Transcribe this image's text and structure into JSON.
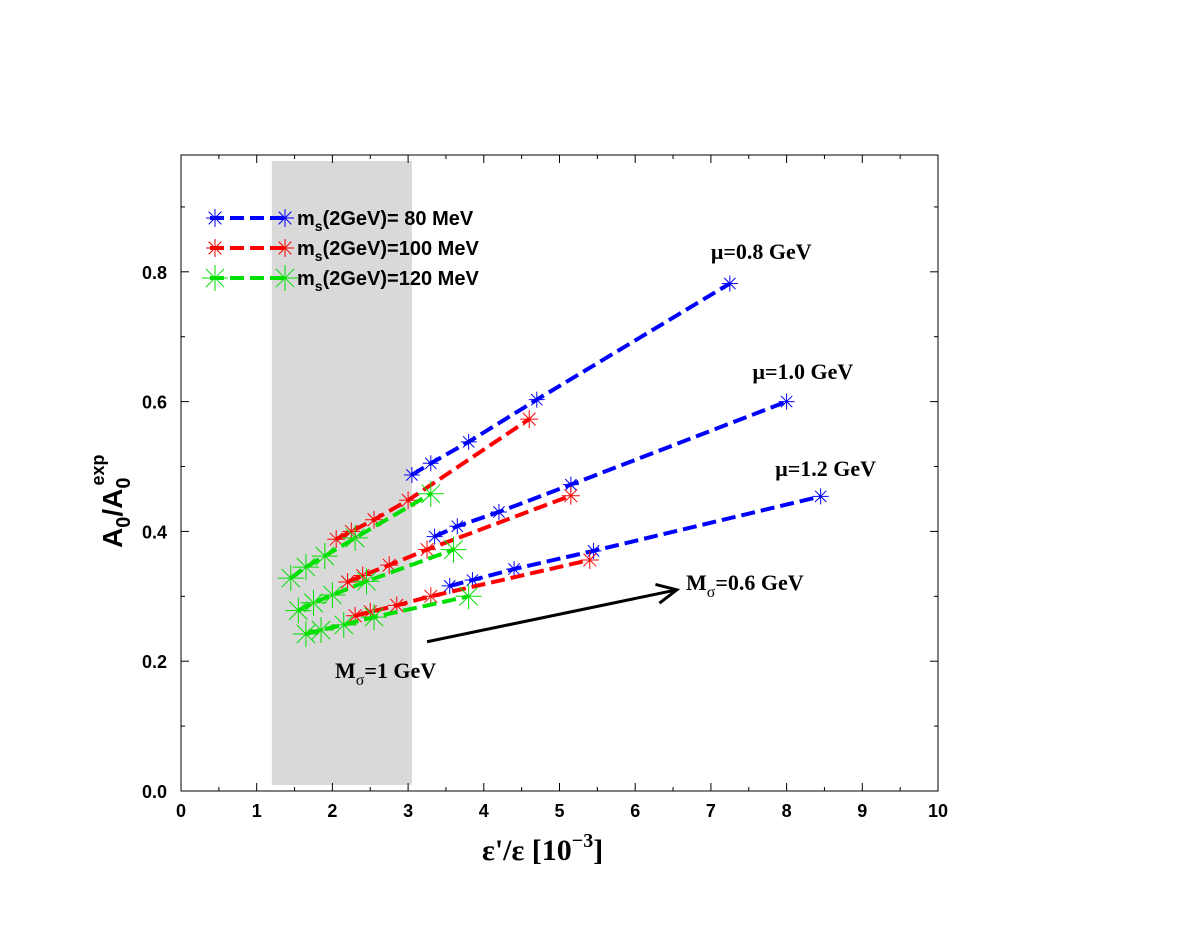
{
  "chart_data": {
    "type": "line",
    "xlabel": "ε'/ε [10",
    "xlabel_sup": "−3",
    "xlabel_close": "]",
    "ylabel_main": "A",
    "ylabel_sub": "0",
    "ylabel_slash": "/A",
    "ylabel_sub2": "0",
    "ylabel_sup": "exp",
    "xlim": [
      0,
      10
    ],
    "ylim": [
      0.0,
      0.98
    ],
    "x_ticks": [
      "0",
      "1",
      "2",
      "3",
      "4",
      "5",
      "6",
      "7",
      "8",
      "9",
      "10"
    ],
    "y_ticks": [
      "0.0",
      "0.2",
      "0.4",
      "0.6",
      "0.8"
    ],
    "shaded_band": {
      "x": [
        1.2,
        3.05
      ]
    },
    "legend": [
      {
        "prefix": "m",
        "sub": "s",
        "suffix": "(2GeV)= 80 MeV",
        "color": "#0000ff"
      },
      {
        "prefix": "m",
        "sub": "s",
        "suffix": "(2GeV)=100 MeV",
        "color": "#ff0000"
      },
      {
        "prefix": "m",
        "sub": "s",
        "suffix": "(2GeV)=120 MeV",
        "color": "#00e000"
      }
    ],
    "series": [
      {
        "name": "m_s(2GeV)= 80 MeV",
        "color": "#0000ff",
        "group": "mu=0.8",
        "x": [
          3.05,
          3.3,
          3.8,
          4.7,
          7.25
        ],
        "y": [
          0.487,
          0.505,
          0.538,
          0.603,
          0.782
        ]
      },
      {
        "name": "m_s(2GeV)= 80 MeV",
        "color": "#0000ff",
        "group": "mu=1.0",
        "x": [
          3.35,
          3.65,
          4.2,
          5.15,
          8.0
        ],
        "y": [
          0.392,
          0.408,
          0.43,
          0.472,
          0.6
        ]
      },
      {
        "name": "m_s(2GeV)= 80 MeV",
        "color": "#0000ff",
        "group": "mu=1.2",
        "x": [
          3.55,
          3.85,
          4.4,
          5.45,
          8.45
        ],
        "y": [
          0.316,
          0.325,
          0.342,
          0.37,
          0.454
        ]
      },
      {
        "name": "m_s(2GeV)=100 MeV",
        "color": "#ff0000",
        "group": "mu=0.8",
        "x": [
          2.05,
          2.25,
          2.55,
          3.0,
          4.6
        ],
        "y": [
          0.388,
          0.4,
          0.418,
          0.448,
          0.573
        ]
      },
      {
        "name": "m_s(2GeV)=100 MeV",
        "color": "#ff0000",
        "group": "mu=1.0",
        "x": [
          2.2,
          2.4,
          2.75,
          3.25,
          5.15
        ],
        "y": [
          0.322,
          0.332,
          0.348,
          0.372,
          0.455
        ]
      },
      {
        "name": "m_s(2GeV)=100 MeV",
        "color": "#ff0000",
        "group": "mu=1.2",
        "x": [
          2.3,
          2.5,
          2.85,
          3.3,
          5.4
        ],
        "y": [
          0.27,
          0.276,
          0.286,
          0.3,
          0.356
        ]
      },
      {
        "name": "m_s(2GeV)=120 MeV",
        "color": "#00e000",
        "group": "mu=0.8",
        "x": [
          1.45,
          1.65,
          1.9,
          2.3,
          3.3
        ],
        "y": [
          0.328,
          0.345,
          0.362,
          0.39,
          0.458
        ]
      },
      {
        "name": "m_s(2GeV)=120 MeV",
        "color": "#00e000",
        "group": "mu=1.0",
        "x": [
          1.55,
          1.75,
          2.0,
          2.45,
          3.6
        ],
        "y": [
          0.278,
          0.29,
          0.302,
          0.323,
          0.372
        ]
      },
      {
        "name": "m_s(2GeV)=120 MeV",
        "color": "#00e000",
        "group": "mu=1.2",
        "x": [
          1.65,
          1.85,
          2.15,
          2.55,
          3.8
        ],
        "y": [
          0.242,
          0.248,
          0.256,
          0.268,
          0.3
        ]
      }
    ],
    "annotations": [
      {
        "id": "mu08",
        "main": "μ=0.8 GeV",
        "x": 7.0,
        "y": 0.82
      },
      {
        "id": "mu10",
        "main": "μ=1.0 GeV",
        "x": 7.55,
        "y": 0.635
      },
      {
        "id": "mu12",
        "main": "μ=1.2 GeV",
        "x": 7.85,
        "y": 0.485
      }
    ],
    "msigma_labels": {
      "low_prefix": "M",
      "low_sub": "σ",
      "low_suffix": "=1 GeV",
      "high_prefix": "M",
      "high_sub": "σ",
      "high_suffix": "=0.6 GeV"
    },
    "arrow": {
      "from": [
        3.25,
        0.23
      ],
      "to": [
        6.55,
        0.31
      ]
    }
  }
}
